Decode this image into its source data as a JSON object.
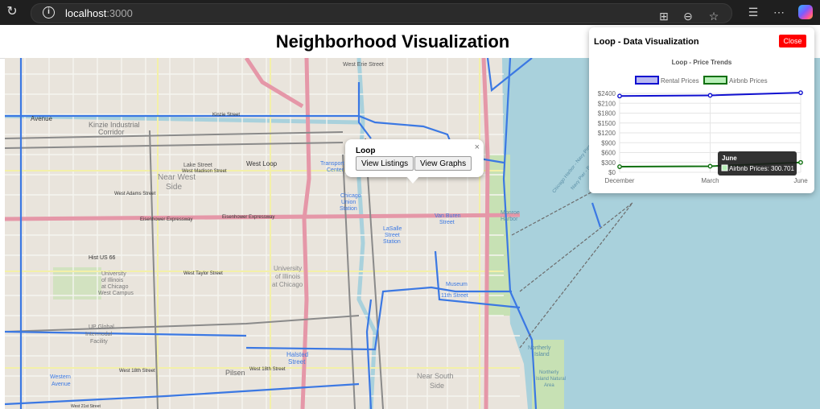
{
  "browser": {
    "url_host": "localhost",
    "url_port": ":3000",
    "icons": [
      "reload-icon",
      "info-icon",
      "apps-icon",
      "zoom-icon",
      "favorite-star-icon",
      "favorites-bar-icon",
      "more-icon",
      "copilot-icon"
    ]
  },
  "page": {
    "title": "Neighborhood Visualization"
  },
  "map": {
    "labels": [
      {
        "text": "West Erie Street",
        "id": "erie"
      },
      {
        "text": "Kinzie Industrial",
        "id": "kinzie1"
      },
      {
        "text": "Corridor",
        "id": "kinzie2"
      },
      {
        "text": "Avenue",
        "id": "avenue"
      },
      {
        "text": "Lake Street",
        "id": "lake"
      },
      {
        "text": "West Loop",
        "id": "westloop"
      },
      {
        "text": "West Madison Street",
        "id": "madison"
      },
      {
        "text": "Near West",
        "id": "nearwest1"
      },
      {
        "text": "Side",
        "id": "nearwest2"
      },
      {
        "text": "West Adams Street",
        "id": "adams"
      },
      {
        "text": "Eisenhower Expressway",
        "id": "eisen1"
      },
      {
        "text": "Eisenhower Expressway",
        "id": "eisen2"
      },
      {
        "text": "Hist US 66",
        "id": "us66"
      },
      {
        "text": "University",
        "id": "uic1"
      },
      {
        "text": "of Illinois",
        "id": "uic2"
      },
      {
        "text": "at Chicago",
        "id": "uic3"
      },
      {
        "text": "West Campus",
        "id": "uic4"
      },
      {
        "text": "West Taylor Street",
        "id": "taylor"
      },
      {
        "text": "University",
        "id": "uic5"
      },
      {
        "text": "of Illinois",
        "id": "uic6"
      },
      {
        "text": "at Chicago",
        "id": "uic7"
      },
      {
        "text": "UP Global",
        "id": "up1"
      },
      {
        "text": "Intermodal",
        "id": "up2"
      },
      {
        "text": "Facility",
        "id": "up3"
      },
      {
        "text": "Halsted",
        "id": "halsted1"
      },
      {
        "text": "Street",
        "id": "halsted2"
      },
      {
        "text": "Pilsen",
        "id": "pilsen"
      },
      {
        "text": "West 18th Street",
        "id": "w18a"
      },
      {
        "text": "West 18th Street",
        "id": "w18b"
      },
      {
        "text": "Western",
        "id": "western1"
      },
      {
        "text": "Avenue",
        "id": "western2"
      },
      {
        "text": "West 21st Street",
        "id": "w21"
      },
      {
        "text": "Near South",
        "id": "nearsouth1"
      },
      {
        "text": "Side",
        "id": "nearsouth2"
      },
      {
        "text": "Chicago",
        "id": "chi1"
      },
      {
        "text": "Union",
        "id": "union1"
      },
      {
        "text": "Station",
        "id": "union2"
      },
      {
        "text": "Transport",
        "id": "ogilvie1"
      },
      {
        "text": "Center",
        "id": "ogilvie2"
      },
      {
        "text": "Van Buren",
        "id": "vb1"
      },
      {
        "text": "Street",
        "id": "vb2"
      },
      {
        "text": "LaSalle",
        "id": "ls1"
      },
      {
        "text": "Street",
        "id": "ls2"
      },
      {
        "text": "Station",
        "id": "ls3"
      },
      {
        "text": "Museum",
        "id": "mus1"
      },
      {
        "text": "11th Street",
        "id": "mus2"
      },
      {
        "text": "Monroe",
        "id": "monroe1"
      },
      {
        "text": "Harbor",
        "id": "monroe2"
      },
      {
        "text": "Northerly",
        "id": "north1"
      },
      {
        "text": "Island",
        "id": "north2"
      },
      {
        "text": "Northerly",
        "id": "north3"
      },
      {
        "text": "Island Natural",
        "id": "north4"
      },
      {
        "text": "Area",
        "id": "north5"
      },
      {
        "text": "Chicago Harbor - Navy Pier",
        "id": "navy1"
      },
      {
        "text": "Navy Pier - Buckingham",
        "id": "navy2"
      },
      {
        "text": "Kinzie Street",
        "id": "kinziest"
      }
    ]
  },
  "popup": {
    "title": "Loop",
    "close_symbol": "×",
    "view_listings": "View Listings",
    "view_graphs": "View Graphs"
  },
  "panel": {
    "title": "Loop - Data Visualization",
    "close_label": "Close",
    "tooltip_title": "June",
    "tooltip_text": "Airbnb Prices: 300.701"
  },
  "chart_data": {
    "type": "line",
    "title": "Loop - Price Trends",
    "categories": [
      "December",
      "March",
      "June"
    ],
    "series": [
      {
        "name": "Rental Prices",
        "values": [
          2320,
          2340,
          2420
        ],
        "color": "#1010d0",
        "fill": "#b8b8f0"
      },
      {
        "name": "Airbnb Prices",
        "values": [
          170,
          185,
          300.701
        ],
        "color": "#107010",
        "fill": "#b8f0b8"
      }
    ],
    "yticks": [
      "$0",
      "$300",
      "$600",
      "$900",
      "$1200",
      "$1500",
      "$1800",
      "$2100",
      "$2400"
    ],
    "ylim": [
      0,
      2400
    ],
    "grid": true,
    "legend": "top"
  }
}
